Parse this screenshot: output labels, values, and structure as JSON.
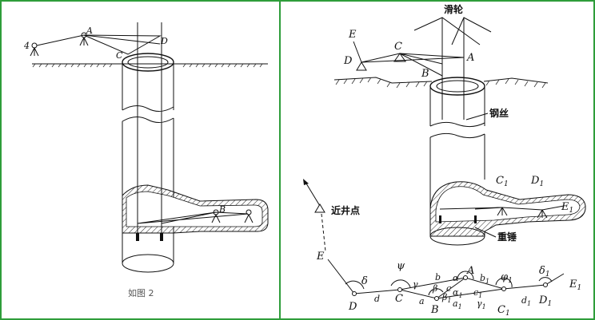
{
  "panel_left": {
    "caption": "如图 2",
    "labels": {
      "instrument": "4",
      "a": "A",
      "c": "C",
      "d": "D",
      "b": "B"
    }
  },
  "panel_right": {
    "title": "滑轮",
    "wire_label": "钢丝",
    "weight_label": "重锤",
    "near_shaft_label": "近井点",
    "points": {
      "e_top": "E",
      "d": "D",
      "c": "C",
      "a": "A",
      "b": "B",
      "c1": "C",
      "d1": "D",
      "e1": "E"
    },
    "traverse": {
      "e": "E",
      "d": "D",
      "c": "C",
      "b": "B",
      "a": "A",
      "c1": "C",
      "d1": "D",
      "e1": "E",
      "delta": "δ",
      "psi": "ψ",
      "gamma": "γ",
      "beta": "β",
      "alpha": "α",
      "b_side": "b",
      "c_side": "c",
      "a_side": "a",
      "d_side": "d",
      "b1_side": "b",
      "a1_side": "a",
      "c1_side": "c",
      "d1_side": "d",
      "alpha1": "α",
      "beta1": "β",
      "gamma1": "γ",
      "phi1": "φ",
      "delta1": "δ",
      "sub1": "1"
    }
  },
  "colors": {
    "border": "#2e9d3a",
    "line": "#111111",
    "bg": "#ffffff"
  }
}
